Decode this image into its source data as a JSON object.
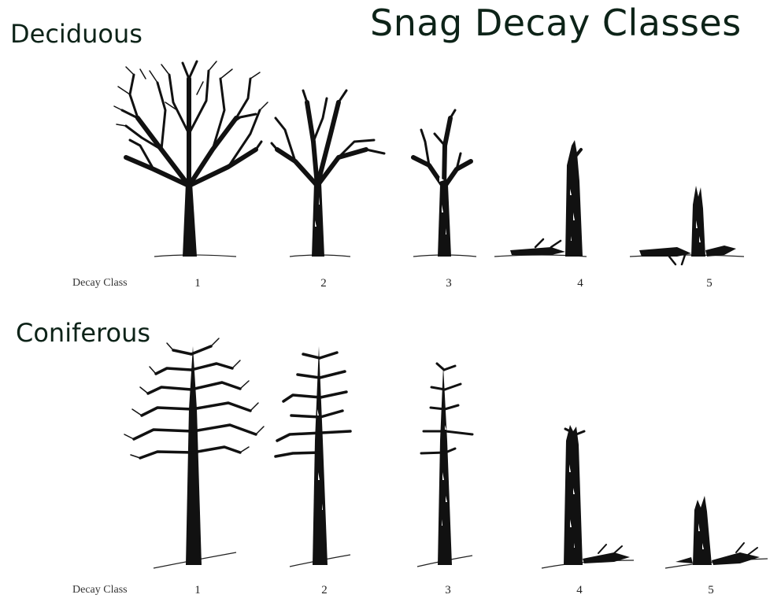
{
  "title": "Snag Decay Classes",
  "deciduous": {
    "label": "Deciduous",
    "decay_label": "Decay Class",
    "classes": [
      "1",
      "2",
      "3",
      "4",
      "5"
    ]
  },
  "coniferous": {
    "label": "Coniferous",
    "decay_label": "Decay Class",
    "classes": [
      "1",
      "2",
      "3",
      "4",
      "5"
    ]
  },
  "colors": {
    "title": "#0d2318",
    "ink": "#111111"
  }
}
